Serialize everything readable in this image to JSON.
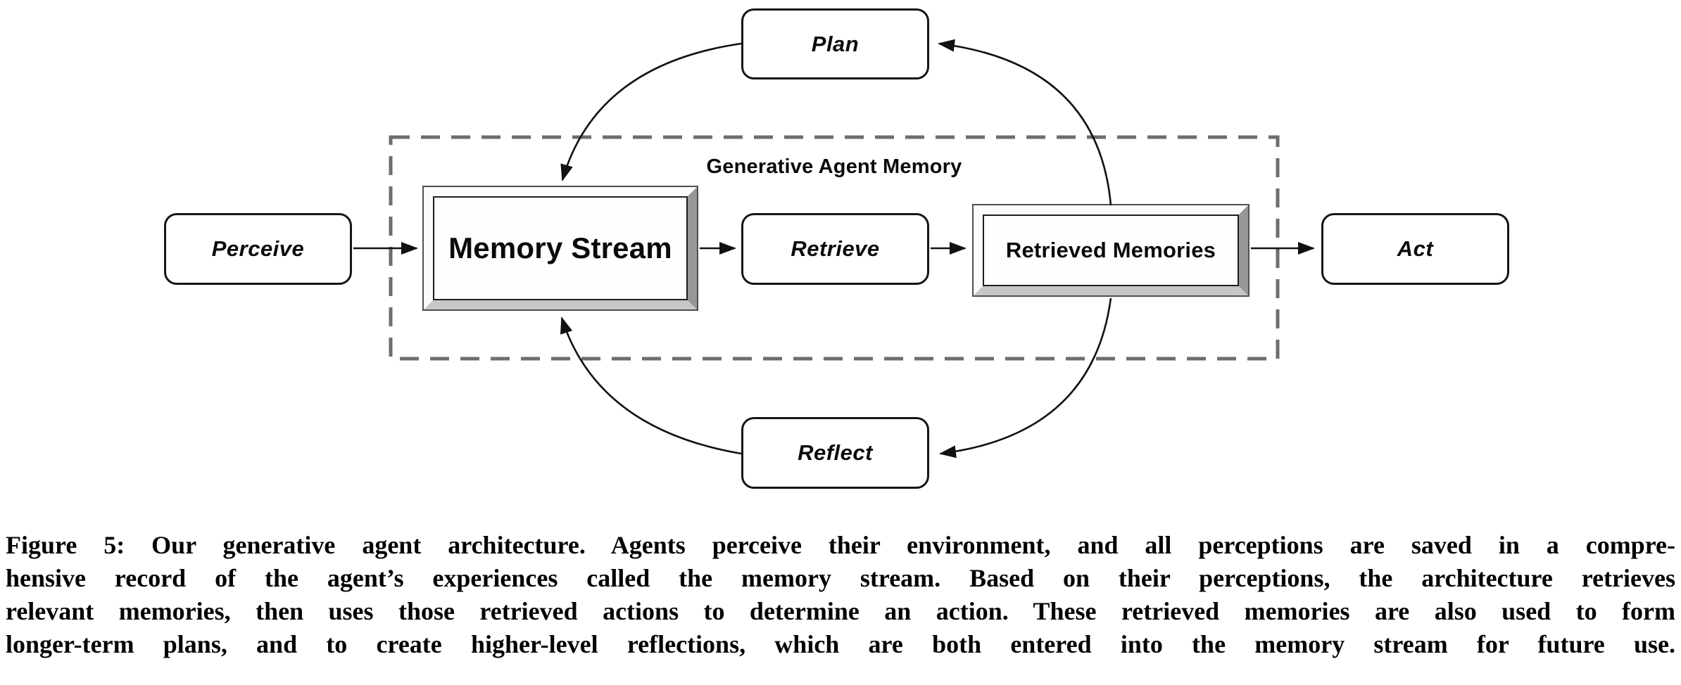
{
  "diagram": {
    "boxes": {
      "perceive": "Perceive",
      "plan": "Plan",
      "memory_stream": "Memory Stream",
      "retrieve": "Retrieve",
      "retrieved_memories": "Retrieved Memories",
      "reflect": "Reflect",
      "act": "Act"
    },
    "memory_group_label": "Generative Agent Memory",
    "edges": [
      {
        "from": "Perceive",
        "to": "Memory Stream"
      },
      {
        "from": "Memory Stream",
        "to": "Retrieve"
      },
      {
        "from": "Retrieve",
        "to": "Retrieved Memories"
      },
      {
        "from": "Retrieved Memories",
        "to": "Act"
      },
      {
        "from": "Retrieved Memories",
        "to": "Plan"
      },
      {
        "from": "Plan",
        "to": "Memory Stream"
      },
      {
        "from": "Retrieved Memories",
        "to": "Reflect"
      },
      {
        "from": "Reflect",
        "to": "Memory Stream"
      }
    ],
    "colors": {
      "background": "#ffffff",
      "box_border": "#151515",
      "arrow": "#111111",
      "dashed_border": "#6e6e6e",
      "bevel_shadow_right": "#979797",
      "bevel_shadow_bottom": "#c7c7c7",
      "text": "#0a0a0a"
    }
  },
  "caption": {
    "lines": [
      "Figure 5: Our generative agent architecture. Agents perceive their environment, and all perceptions are saved in a compre-",
      "hensive record of the agent’s experiences called the memory stream. Based on their perceptions, the architecture retrieves",
      "relevant memories, then uses those retrieved actions to determine an action. These retrieved memories are also used to form",
      "longer-term plans, and to create higher-level reflections, which are both entered into the memory stream for future use."
    ]
  }
}
